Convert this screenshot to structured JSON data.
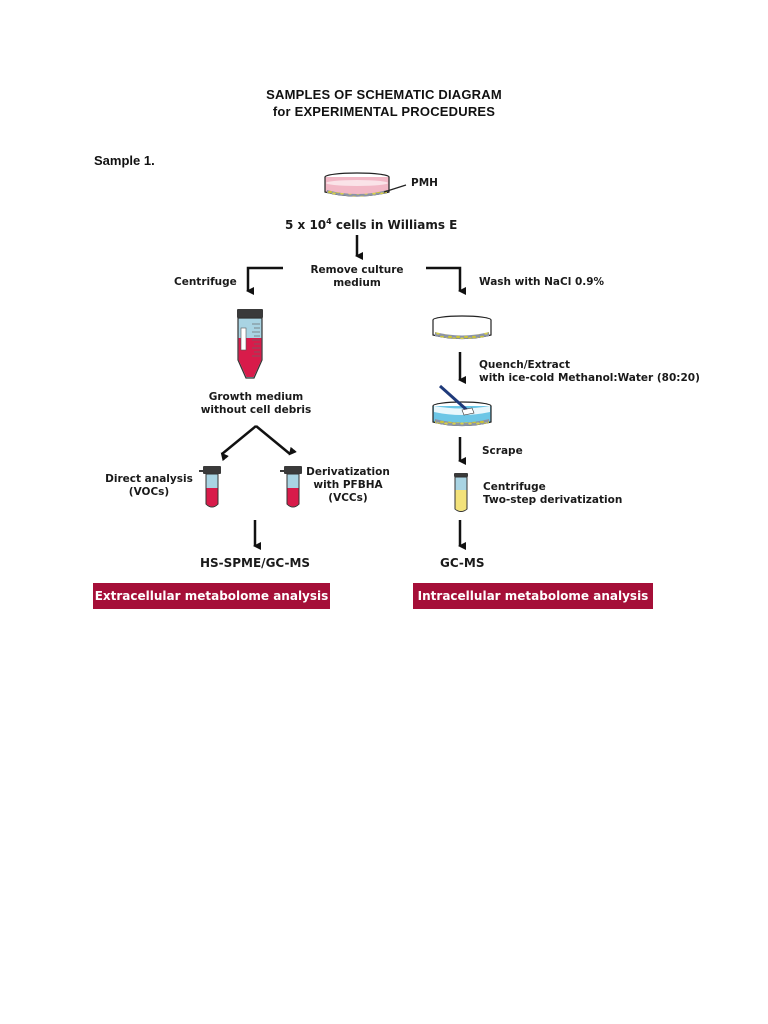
{
  "header": {
    "title_line1": "SAMPLES OF SCHEMATIC DIAGRAM",
    "title_line2": "for EXPERIMENTAL PROCEDURES"
  },
  "sample_label": "Sample 1.",
  "top": {
    "dish_label": "PMH",
    "cells_prefix": "5 x 10",
    "cells_exponent": "4",
    "cells_suffix": " cells in Williams E",
    "remove_line1": "Remove culture",
    "remove_line2": "medium"
  },
  "left_branch": {
    "step_label": "Centrifuge",
    "result_line1": "Growth medium",
    "result_line2": "without cell debris",
    "direct_line1": "Direct analysis",
    "direct_line2": "(VOCs)",
    "deriv_line1": "Derivatization",
    "deriv_line2": "with PFBHA",
    "deriv_line3": "(VCCs)",
    "method": "HS-SPME/GC-MS",
    "banner": "Extracellular metabolome analysis"
  },
  "right_branch": {
    "step_label": "Wash with NaCl 0.9%",
    "quench_line1": "Quench/Extract",
    "quench_line2": "with ice-cold Methanol:Water (80:20)",
    "scrape": "Scrape",
    "centrifuge": "Centrifuge",
    "derivatization": "Two-step derivatization",
    "method": "GC-MS",
    "banner": "Intracellular metabolome analysis"
  },
  "colors": {
    "banner": "#a50f38",
    "medium_pink": "#f2b8c6",
    "tube_red": "#d81b4a",
    "tube_blue": "#a9d4e3",
    "wash_blue": "#6cc6e6",
    "cells_yellow": "#c9c23a",
    "tube_yellow": "#f3e27a"
  }
}
